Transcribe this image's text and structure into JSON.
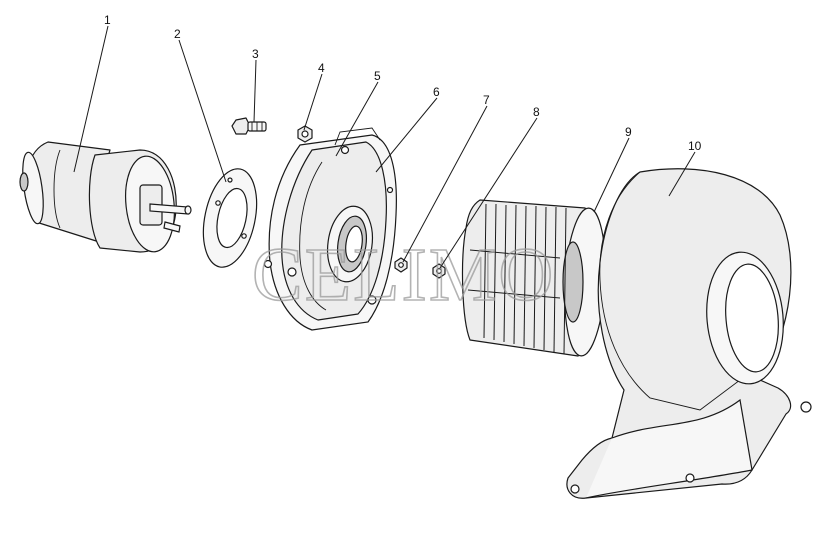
{
  "diagram": {
    "watermark": "CELIMO",
    "callouts": [
      {
        "id": "1",
        "label": "1"
      },
      {
        "id": "2",
        "label": "2"
      },
      {
        "id": "3",
        "label": "3"
      },
      {
        "id": "4",
        "label": "4"
      },
      {
        "id": "5",
        "label": "5"
      },
      {
        "id": "6",
        "label": "6"
      },
      {
        "id": "7",
        "label": "7"
      },
      {
        "id": "8",
        "label": "8"
      },
      {
        "id": "9",
        "label": "9"
      },
      {
        "id": "10",
        "label": "10"
      }
    ]
  }
}
